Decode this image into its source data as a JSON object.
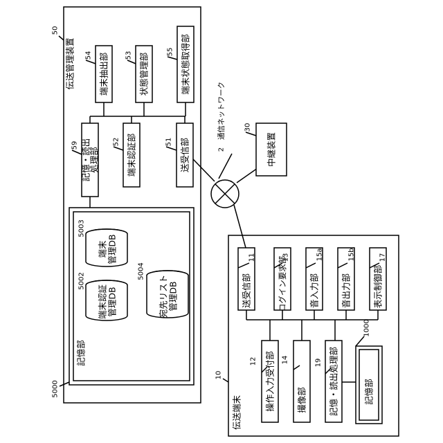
{
  "network": {
    "number": "2",
    "label": "通信ネットワーク"
  },
  "relay": {
    "number": "30",
    "label": "中継装置"
  },
  "server": {
    "number": "50",
    "title": "伝送管理装置",
    "units": {
      "u54": {
        "number": "54",
        "label": "端末抽出部"
      },
      "u53": {
        "number": "53",
        "label": "状態管理部"
      },
      "u55": {
        "number": "55",
        "label": "端末状態取得部"
      },
      "u59": {
        "number": "59",
        "line1": "記憶・読出",
        "line2": "処理部"
      },
      "u52": {
        "number": "52",
        "label": "端末認証部"
      },
      "u51": {
        "number": "51",
        "label": "送受信部"
      }
    },
    "storage": {
      "number": "5000",
      "label": "記憶部",
      "db5003": {
        "number": "5003",
        "line1": "端末",
        "line2": "管理DB"
      },
      "db5002": {
        "number": "5002",
        "line1": "端末認証",
        "line2": "管理DB"
      },
      "db5004": {
        "number": "5004",
        "line1": "宛先リスト",
        "line2": "管理DB"
      }
    }
  },
  "terminal": {
    "number": "10",
    "title": "伝送端末",
    "units": {
      "u11": {
        "number": "11",
        "label": "送受信部"
      },
      "u13": {
        "number": "13",
        "label": "ログイン要求部"
      },
      "u15a": {
        "number": "15a",
        "label": "音入力部"
      },
      "u15b": {
        "number": "15b",
        "label": "音出力部"
      },
      "u17": {
        "number": "17",
        "label": "表示制御部"
      },
      "u12": {
        "number": "12",
        "label": "操作入力受付部"
      },
      "u14": {
        "number": "14",
        "label": "撮像部"
      },
      "u19": {
        "number": "19",
        "label": "記憶・読出処理部"
      },
      "u1000": {
        "number": "1000",
        "label": "記憶部"
      }
    }
  }
}
